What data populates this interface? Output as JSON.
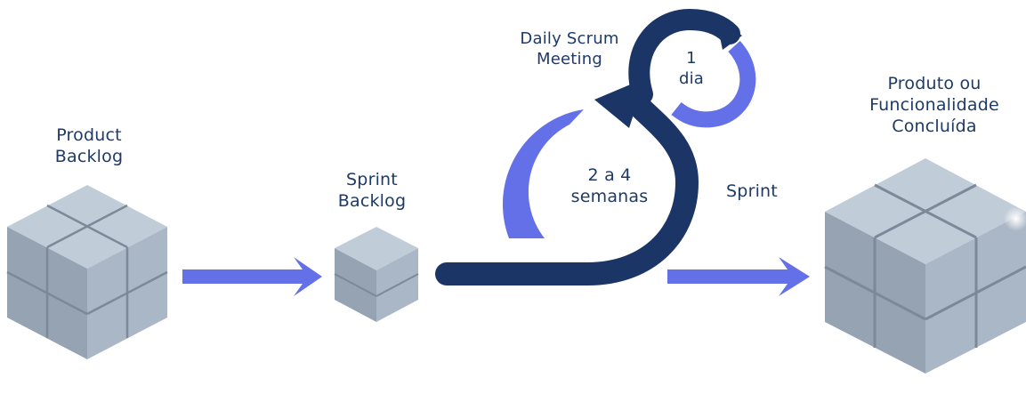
{
  "labels": {
    "product_backlog": [
      "Product",
      "Backlog"
    ],
    "sprint_backlog": [
      "Sprint",
      "Backlog"
    ],
    "daily_scrum": [
      "Daily Scrum",
      "Meeting"
    ],
    "one_day": [
      "1",
      "dia"
    ],
    "duration": [
      "2 a 4",
      "semanas"
    ],
    "sprint": "Sprint",
    "product_done": [
      "Produto ou",
      "Funcionalidade",
      "Concluída"
    ]
  },
  "colors": {
    "text": "#1e3a66",
    "arrow_light": "#6470e8",
    "arrow_dark": "#1b3566",
    "cube_top": "#c1ccd9",
    "cube_left": "#95a3b3",
    "cube_right": "#aab7c6",
    "cube_seam": "#7c8999"
  }
}
